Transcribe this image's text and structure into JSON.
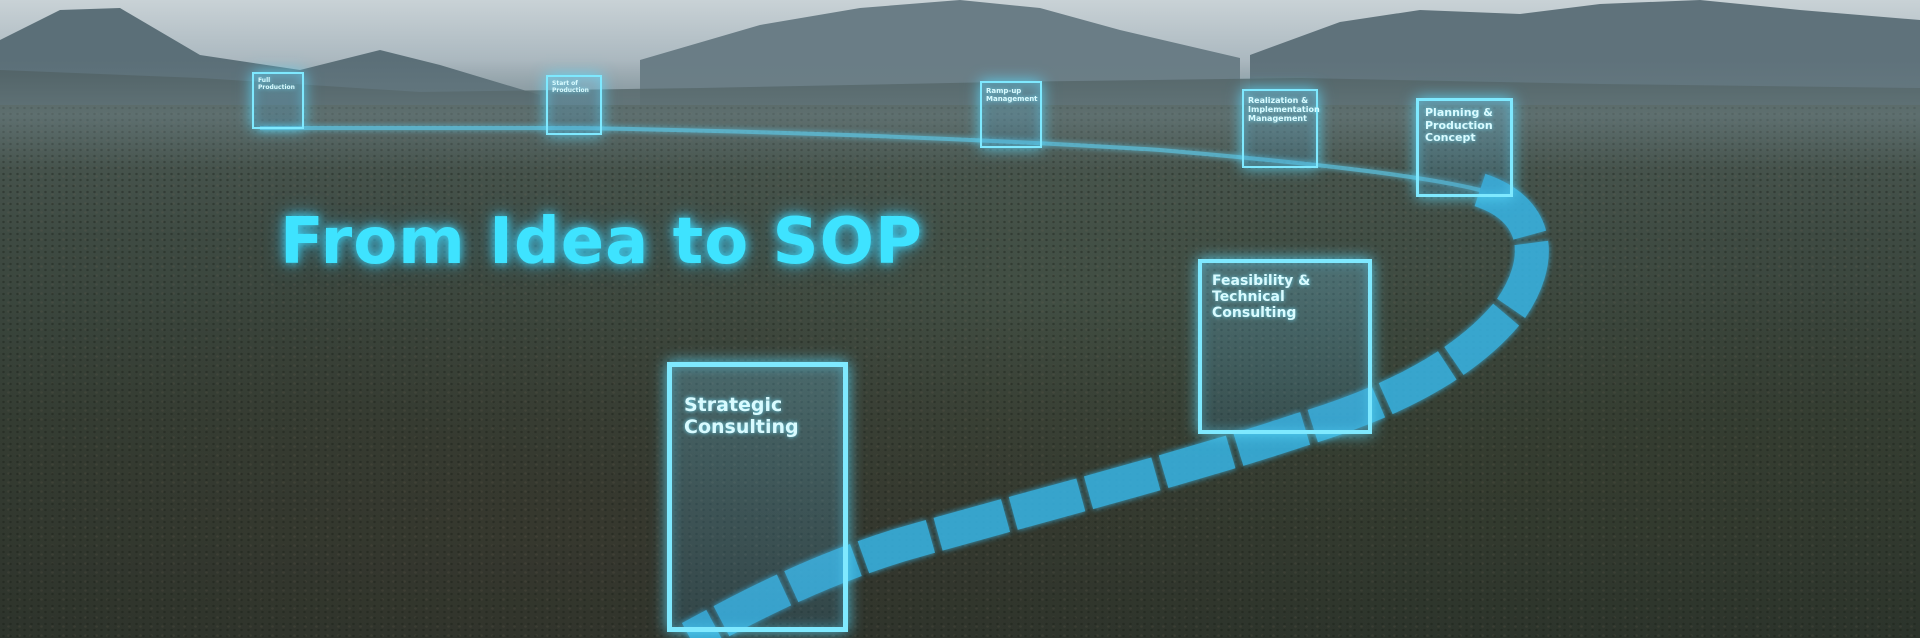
{
  "headline": "From Idea to SOP",
  "stages": [
    {
      "label": "Full Production"
    },
    {
      "label": "Start of Production"
    },
    {
      "label": "Ramp-up Management"
    },
    {
      "label": "Realization & Implementation Management"
    },
    {
      "label": "Planning & Production Concept"
    },
    {
      "label": "Feasibility & Technical Consulting"
    },
    {
      "label": "Strategic Consulting"
    }
  ],
  "colors": {
    "glow": "#3ee3ff",
    "panel_border": "#7fe9ff",
    "path": "#39b7e8"
  }
}
